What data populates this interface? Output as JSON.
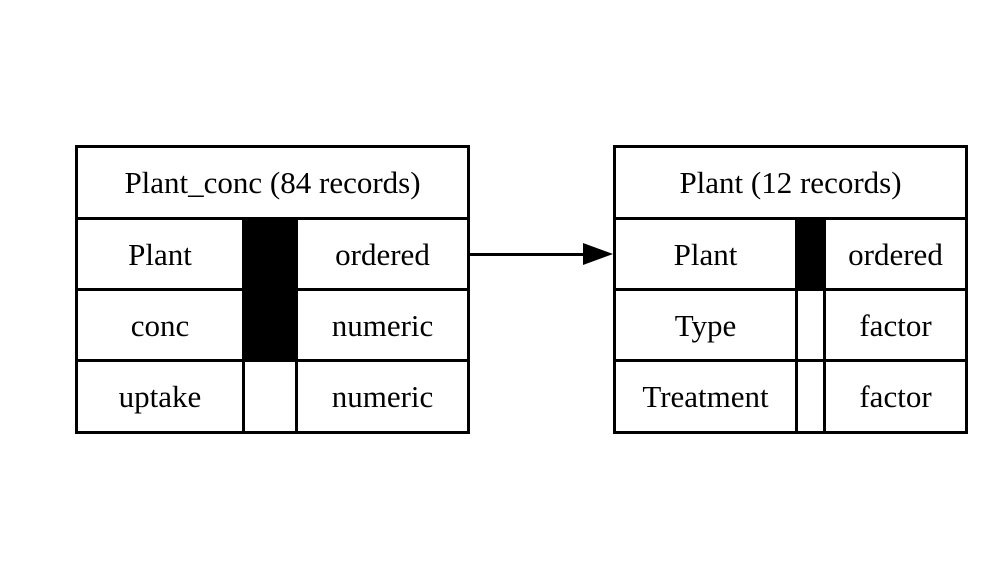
{
  "colors": {
    "line": "#000000",
    "background": "#ffffff",
    "key_fill": "#000000",
    "text": "#000000"
  },
  "diagram": {
    "kind": "data-model",
    "tables": [
      {
        "title": "Plant_conc (84 records)",
        "columns": [
          {
            "name": "Plant",
            "type": "ordered",
            "key": true
          },
          {
            "name": "conc",
            "type": "numeric",
            "key": true
          },
          {
            "name": "uptake",
            "type": "numeric",
            "key": false
          }
        ]
      },
      {
        "title": "Plant (12 records)",
        "columns": [
          {
            "name": "Plant",
            "type": "ordered",
            "key": true
          },
          {
            "name": "Type",
            "type": "factor",
            "key": false
          },
          {
            "name": "Treatment",
            "type": "factor",
            "key": false
          }
        ]
      }
    ],
    "relation": {
      "from_table": "Plant_conc (84 records)",
      "from_column": "Plant",
      "to_table": "Plant (12 records)",
      "to_column": "Plant",
      "direction": "left-to-right"
    }
  }
}
